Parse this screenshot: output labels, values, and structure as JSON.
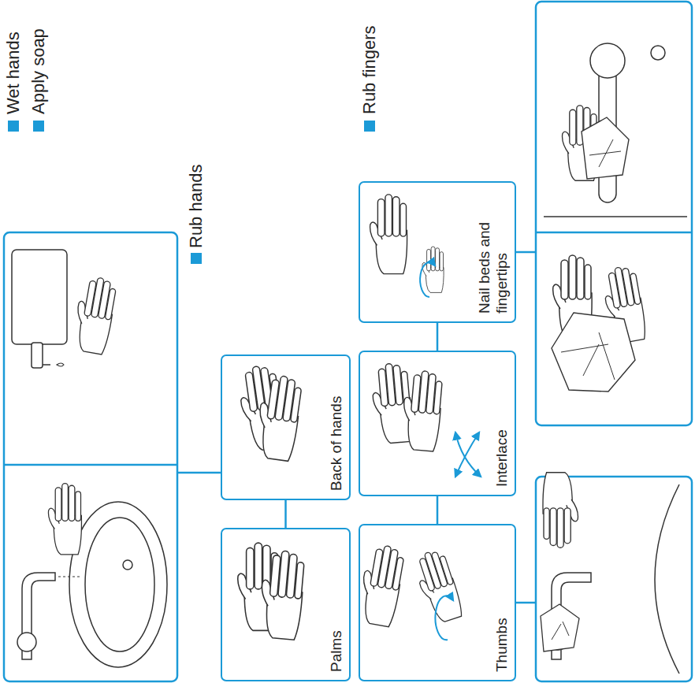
{
  "diagram": {
    "nodes": [
      {
        "text": [
          "Palms"
        ]
      },
      {
        "text": [
          "Back of hands"
        ]
      },
      {
        "text": [
          "Thumbs"
        ]
      },
      {
        "text": [
          "Interlace"
        ]
      },
      {
        "text": [
          "Nail beds and fingertips"
        ]
      }
    ],
    "edges": [
      {
        "from": 0,
        "to": 1,
        "arrow": "none"
      },
      {
        "from": 2,
        "to": 3,
        "arrow": "none"
      },
      {
        "from": 3,
        "to": 4,
        "arrow": "none"
      }
    ],
    "labels": [
      "Wet hands",
      "Apply soap",
      "Rub hands",
      "Rub fingers"
    ]
  }
}
